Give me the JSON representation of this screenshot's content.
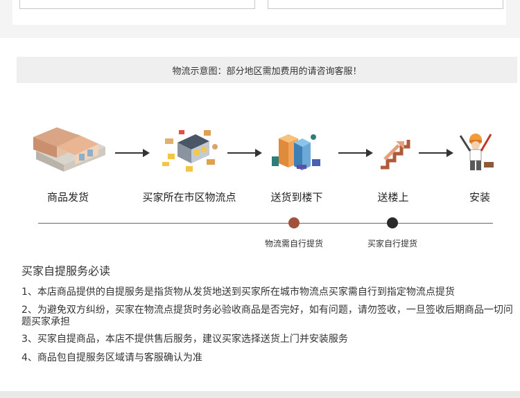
{
  "banner_text": "物流示意图：部分地区需加费用的请咨询客服！",
  "steps": [
    {
      "label": "商品发货",
      "icon": "warehouse-icon"
    },
    {
      "label": "买家所在市区物流点",
      "icon": "logistics-center-icon"
    },
    {
      "label": "送货到楼下",
      "icon": "buildings-icon"
    },
    {
      "label": "送楼上",
      "icon": "stairs-icon"
    },
    {
      "label": "安装",
      "icon": "worker-icon"
    }
  ],
  "timeline": [
    {
      "label": "物流需自行提货",
      "color": "#a0523a"
    },
    {
      "label": "买家自行提货",
      "color": "#2a2a2a"
    }
  ],
  "notes": {
    "title": "买家自提服务必读",
    "items": [
      "1、本店商品提供的自提服务是指货物从发货地送到买家所在城市物流点买家需自行到指定物流点提货",
      "2、为避免双方纠纷，买家在物流点提货时务必验收商品是否完好，如有问题，请勿签收，一旦签收后期商品一切问题买家承担",
      "3、买家自提商品，本店不提供售后服务，建议买家选择送货上门并安装服务",
      "4、商品包自提服务区域请与客服确认为准"
    ]
  }
}
